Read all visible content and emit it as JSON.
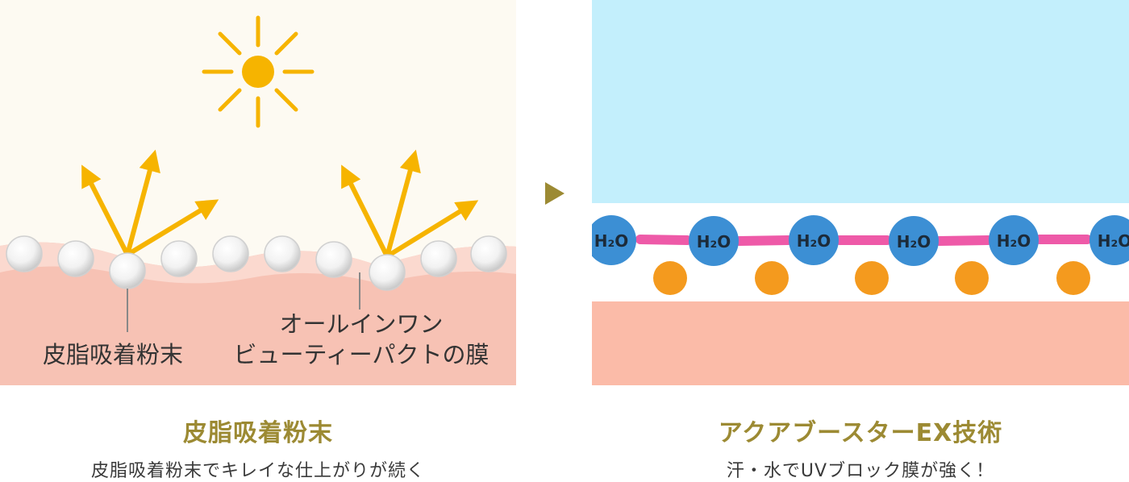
{
  "left_panel": {
    "label_powder": "皮脂吸着粉末",
    "label_film_line1": "オールインワン",
    "label_film_line2": "ビューティーパクトの膜",
    "caption_title": "皮脂吸着粉末",
    "caption_sub": "皮脂吸着粉末でキレイな仕上がりが続く"
  },
  "right_panel": {
    "molecule_label": "H₂O",
    "caption_title": "アクアブースターEX技術",
    "caption_sub": "汗・水でUVブロック膜が強く！"
  },
  "colors": {
    "sun": "#f6b400",
    "arrow": "#f6b400",
    "skin": "#f7c2b4",
    "skin_light": "#fbd9cf",
    "sky": "#c3effc",
    "water_molecule": "#3c8fd4",
    "bond": "#ee5aa8",
    "particle_orange": "#f49a1e",
    "skin_right": "#fbbba8",
    "caption_gold": "#9c8a33",
    "flow_arrow": "#9c8a33"
  },
  "icons": {
    "sun": "sun-icon",
    "flow_arrow": "triangle-right-icon"
  }
}
